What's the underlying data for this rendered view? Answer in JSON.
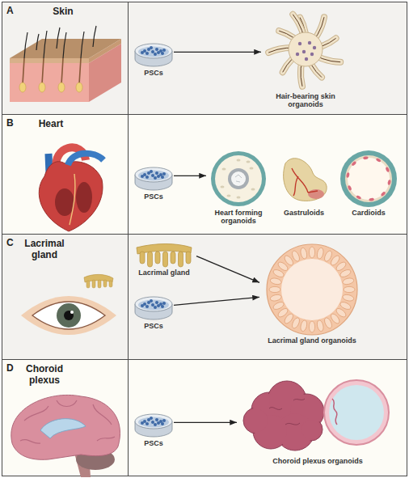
{
  "diagram": {
    "nodes": [
      {
        "text": [
          "A",
          "Skin"
        ]
      },
      {
        "text": [
          "PSCs"
        ],
        "in": 0
      },
      {
        "text": [
          "Hair-bearing skin organoids"
        ],
        "in": 0
      },
      {
        "text": [
          "B",
          "Heart"
        ]
      },
      {
        "text": [
          "PSCs"
        ],
        "in": 3
      },
      {
        "text": [
          "Heart forming organoids"
        ],
        "in": 3
      },
      {
        "text": [
          "Gastruloids"
        ],
        "in": 3
      },
      {
        "text": [
          "Cardioids"
        ],
        "in": 3
      },
      {
        "text": [
          "C",
          "Lacrimal gland"
        ]
      },
      {
        "text": [
          "Lacrimal gland"
        ],
        "in": 8
      },
      {
        "text": [
          "PSCs"
        ],
        "in": 8
      },
      {
        "text": [
          "Lacrimal gland organoids"
        ],
        "in": 8
      },
      {
        "text": [
          "D",
          "Choroid plexus"
        ]
      },
      {
        "text": [
          "PSCs"
        ],
        "in": 12
      },
      {
        "text": [
          "Choroid plexus organoids"
        ],
        "in": 12
      }
    ],
    "edges": [
      {
        "from": 1,
        "to": 2,
        "arrow": "to"
      },
      {
        "from": 4,
        "to": 5,
        "arrow": "to"
      },
      {
        "from": 9,
        "to": 11,
        "arrow": "to"
      },
      {
        "from": 10,
        "to": 11,
        "arrow": "to"
      },
      {
        "from": 13,
        "to": 14,
        "arrow": "to"
      }
    ]
  }
}
